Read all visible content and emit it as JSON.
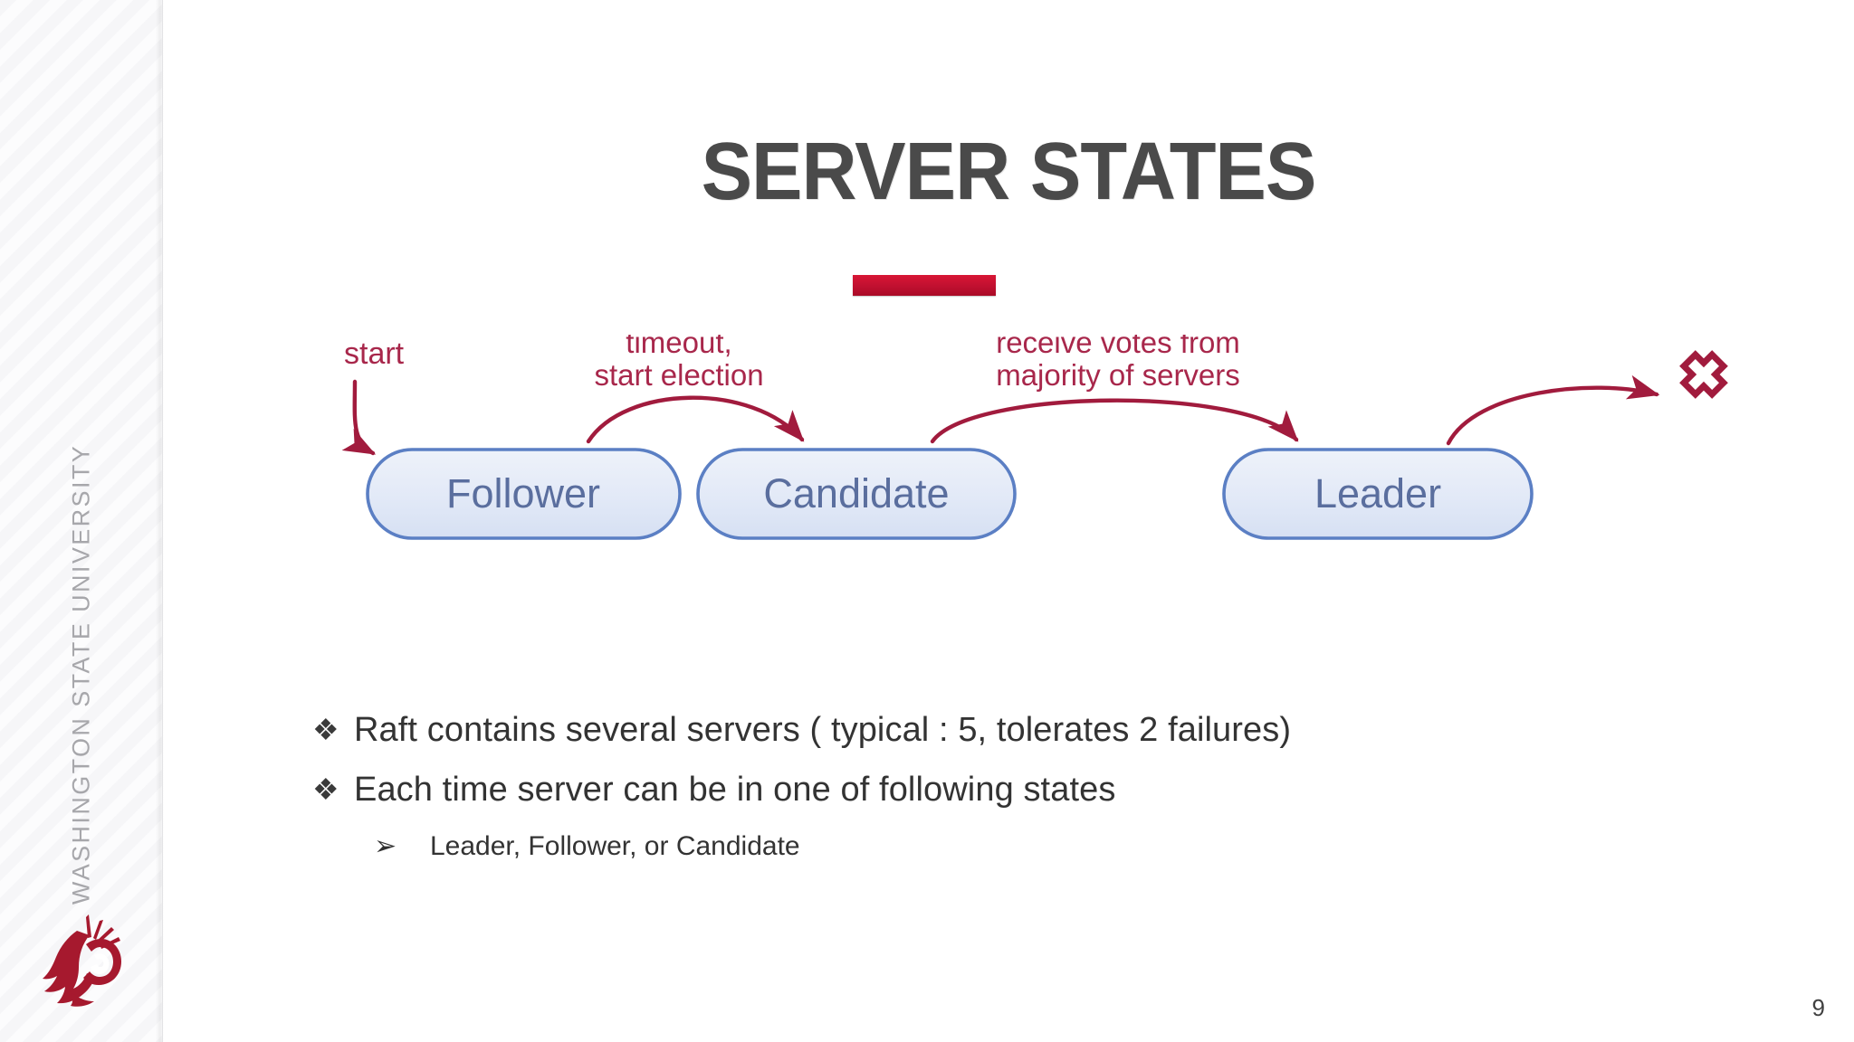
{
  "slide": {
    "page_number": "9",
    "title": "SERVER STATES",
    "accent_color": "#c01030",
    "title_color": "#4a4a4a"
  },
  "sidebar": {
    "institution": "WASHINGTON STATE UNIVERSITY",
    "logo_name": "wsu-cougar-logo",
    "logo_color": "#a6192e"
  },
  "diagram": {
    "title": "raft-server-states-diagram",
    "node_fill": "#e4eaf6",
    "node_border": "#5b7fc4",
    "node_text_color": "#5a6e9e",
    "arrow_color": "#a11b3d",
    "label_color": "#a8274b",
    "start_label": "start",
    "nodes": [
      {
        "id": "follower",
        "label": "Follower"
      },
      {
        "id": "candidate",
        "label": "Candidate"
      },
      {
        "id": "leader",
        "label": "Leader"
      }
    ],
    "transitions": [
      {
        "id": "follower-to-candidate",
        "label_line1": "timeout,",
        "label_line2": "start election"
      },
      {
        "id": "candidate-to-leader",
        "label_line1": "receive votes from",
        "label_line2": "majority of servers"
      }
    ],
    "fail_marker": "x-cross-icon"
  },
  "content": {
    "bullet_marker": "❖",
    "sub_marker": "➢",
    "bullets": [
      "Raft contains several servers ( typical : 5, tolerates 2 failures)",
      "Each time server can be in one of following states"
    ],
    "sub_bullets": [
      "Leader, Follower, or Candidate"
    ]
  }
}
